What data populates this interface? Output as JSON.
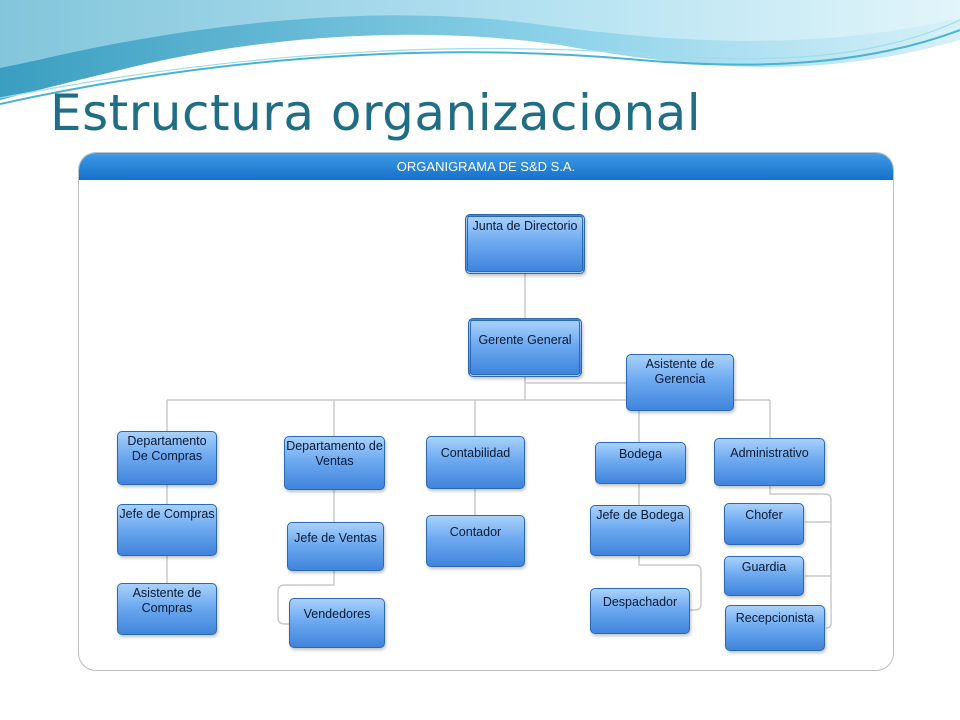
{
  "slide_title": "Estructura organizacional",
  "chart_header": "ORGANIGRAMA DE S&D S.A.",
  "nodes": {
    "junta": "Junta de Directorio",
    "gerente": "Gerente General",
    "asistente_gerencia": "Asistente de Gerencia",
    "depto_compras": "Departamento De Compras",
    "jefe_compras": "Jefe de Compras",
    "asistente_compras": "Asistente de Compras",
    "depto_ventas": "Departamento de Ventas",
    "jefe_ventas": "Jefe de Ventas",
    "vendedores": "Vendedores",
    "contabilidad": "Contabilidad",
    "contador": "Contador",
    "bodega": "Bodega",
    "jefe_bodega": "Jefe de Bodega",
    "despachador": "Despachador",
    "administrativo": "Administrativo",
    "chofer": "Chofer",
    "guardia": "Guardia",
    "recepcionista": "Recepcionista"
  },
  "colors": {
    "title": "#1f6e86",
    "header": "#1670c9",
    "node_light": "#a8d1fa",
    "node_dark": "#3f84dc",
    "node_border": "#2b69b2",
    "connector": "#c8c8c8"
  }
}
